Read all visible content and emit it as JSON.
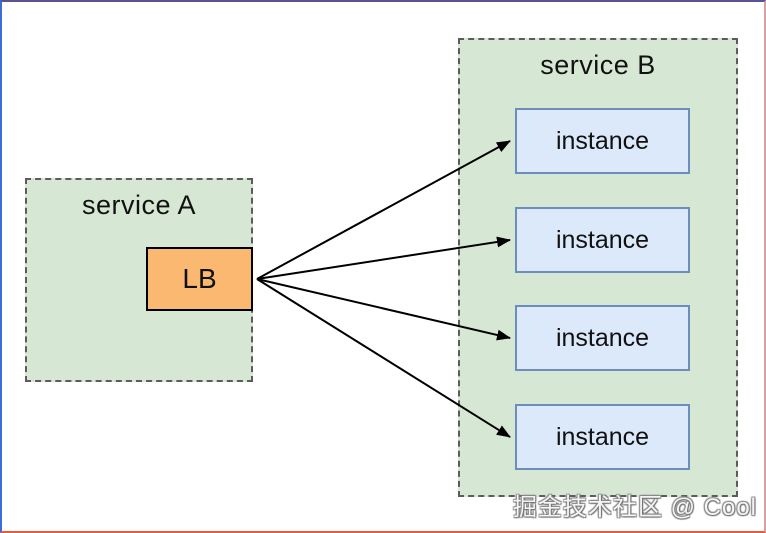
{
  "diagram": {
    "service_a": {
      "label": "service A",
      "fill": "#d6e8d4",
      "lb": {
        "label": "LB",
        "fill": "#fbb871",
        "border": "#000000"
      }
    },
    "service_b": {
      "label": "service B",
      "fill": "#d6e8d4",
      "instance_fill": "#dce9fb",
      "instance_border": "#6c8ebf",
      "instances": [
        {
          "label": "instance"
        },
        {
          "label": "instance"
        },
        {
          "label": "instance"
        },
        {
          "label": "instance"
        }
      ]
    },
    "arrows": [
      {
        "from": "LB",
        "to": "instance-1"
      },
      {
        "from": "LB",
        "to": "instance-2"
      },
      {
        "from": "LB",
        "to": "instance-3"
      },
      {
        "from": "LB",
        "to": "instance-4"
      }
    ],
    "arrow_color": "#000000",
    "group_border_color": "#5c5c5c"
  },
  "frame_border_colors": {
    "top": "#5b5292",
    "left": "#3d6bd9",
    "right": "#d9a0a4",
    "bottom": "#de5f3d"
  },
  "watermark": {
    "text": "掘金技术社区 @ Cool"
  }
}
